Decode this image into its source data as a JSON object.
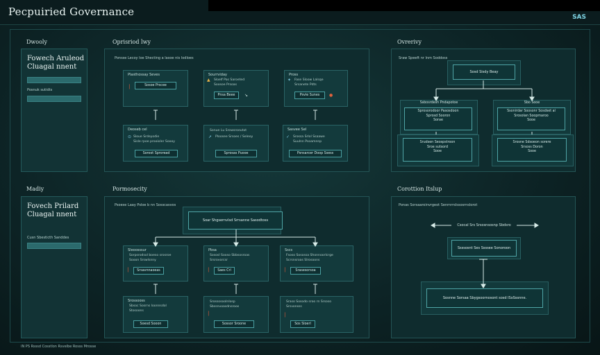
{
  "app": {
    "title": "Pecpuiried Governance",
    "brand": "SAS"
  },
  "sections": {
    "top_left": "Dwooly",
    "top_mid": "Oprisriod lwy",
    "top_right": "Ovrerivy",
    "bot_left": "Madiy",
    "bot_mid": "Pormosecity",
    "bot_right": "Corottion Itslup"
  },
  "side_cards": [
    {
      "title_1": "Fowech Aruleod",
      "title_2": "Cluagal nnent",
      "sub": "Posnuk sutidts"
    },
    {
      "title_1": "Fovech Prilard",
      "title_2": "Cluagal nnent",
      "sub": "Cusn Sbesticth Sanddes"
    }
  ],
  "top_mid": {
    "desc": "Ponsse Lecoy loe Shecting a lasoe nis lodloes",
    "nodes": [
      {
        "head": "Plasthossay Seves",
        "l1": "",
        "l2": "",
        "btn": "Sosoe Prscee"
      },
      {
        "head": "Sourrviday",
        "l1": "Sloelf Pas Saroeted",
        "l2": "Soosoe Prsoas",
        "btn": "Pnsa Beee"
      },
      {
        "head": "Pross",
        "l1": "Fase Sloow Lalsqe",
        "l2": "Srsanete Pdts",
        "btn": "Psvie Sunes"
      },
      {
        "head": "Deoseb cel",
        "l1": "Sloue Srdeyodie",
        "l2": "Sisle rpoe prooioler Soooy",
        "btn": "Soroot Sproread"
      },
      {
        "head": "",
        "l1": "Sonue Lu Srowsroeutot",
        "l2": "Ploosee Srsoes / Seleoy",
        "btn": "Sprosas Puooe"
      },
      {
        "head": "Sasvee Sel",
        "l1": "Srossa Srlol Ssaawe",
        "l2": "Suulnn Psoamnnp",
        "btn": "Psnsarcer Doop Ssess"
      }
    ]
  },
  "top_right": {
    "desc": "Sraw Speeft nr lnm Soddoss",
    "root": "Sosd Sisdy Beay",
    "nodes": [
      {
        "head": "Ssbosrdesh Pndapotoe",
        "l1": "Sprosorodoor Pasosdoon",
        "l2": "Sprosd Sooron",
        "l3": "Sorae"
      },
      {
        "head": "Sbo Sooe",
        "l1": "Ssonirdar Soosonr Sosdset al",
        "l2": "Srosolan Soopmaroo",
        "l3": "Sooe"
      },
      {
        "head": "",
        "l1": "Srudsen Seospstroon",
        "l2": "Sroe sutsord",
        "l3": "Sooe"
      },
      {
        "head": "",
        "l1": "Srosne Sdsoeon sorere",
        "l2": "Srsoss Doron",
        "l3": "Sooe"
      }
    ]
  },
  "bot_mid": {
    "desc": "Psoese Laay Psloe b nn Sosscasvos",
    "root": "Soar Shgsernvlsd Srrsanne Sasodtoss",
    "nodes": [
      {
        "head": "Sleoosssur",
        "l1": "Sorpsrodsol boeso srosroe",
        "l2": "Sooon Srswlsnny",
        "btn": "Srsavnnaoeas"
      },
      {
        "head": "Pbsa",
        "l1": "Sososl Sooso Sbbsosroas",
        "l2": "Srsrovorcsr",
        "btn": "Saes Crl"
      },
      {
        "head": "Sscs",
        "l1": "Fsoso Sosossa Shonnoorlcrge",
        "l2": "Scrsnsroas Slrosoons",
        "btn": "Srasesorsoa"
      },
      {
        "head": "Srossooss",
        "l1": "Sbsoc Sosrns loonnsdol",
        "l2": "Stosoons",
        "btn": "Soesd Sooon"
      },
      {
        "head": "",
        "l1": "Srossosoolnlosp",
        "l2": "Sbssnvoasdnsroos",
        "btn": "Sossor Sroone"
      },
      {
        "head": "",
        "l1": "Sraso Sosodo sroo rn Srsoso",
        "l2": "Srsvonsss",
        "btn": "Sos Sloerl"
      }
    ]
  },
  "bot_right": {
    "desc": "Ponas Sorsaaroinvrgeot Senrnrrslssosrnslorot",
    "arrow_text": "Csocal Srs Srsosnsosnp Sbdsro",
    "mid": "Ssssosnt Ses Ssssee Sonoroon",
    "bottom": "Sosnne Sorsaa Sbygsoornosont sosd lSoSssnne."
  },
  "footer": "IN PS Rsssd Cosstlon Rsvelbe Rosss Mrosse"
}
